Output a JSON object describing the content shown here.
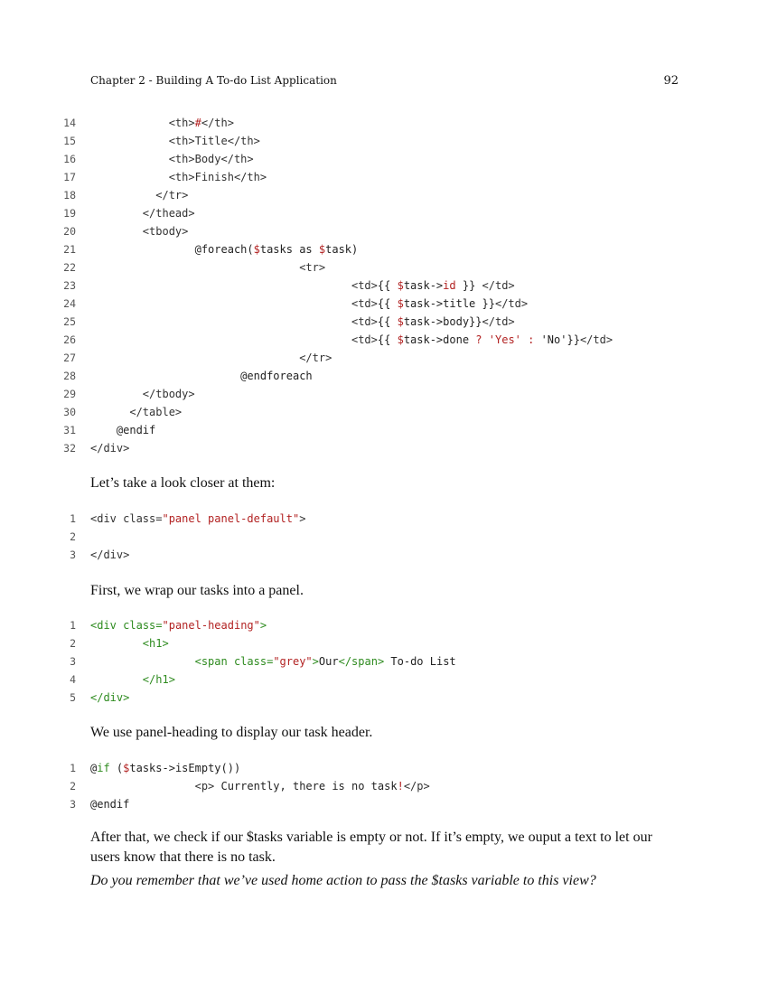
{
  "header": {
    "chapter_title": "Chapter 2 - Building A To-do List Application",
    "page_number": "92"
  },
  "code_blocks": [
    {
      "lines": [
        {
          "n": "14",
          "parts": [
            {
              "t": "            "
            },
            {
              "t": "<th>",
              "c": "tag"
            },
            {
              "t": "#",
              "c": "red"
            },
            {
              "t": "</th>",
              "c": "tag"
            }
          ]
        },
        {
          "n": "15",
          "parts": [
            {
              "t": "            "
            },
            {
              "t": "<th>Title</th>",
              "c": "tag"
            }
          ]
        },
        {
          "n": "16",
          "parts": [
            {
              "t": "            "
            },
            {
              "t": "<th>Body</th>",
              "c": "tag"
            }
          ]
        },
        {
          "n": "17",
          "parts": [
            {
              "t": "            "
            },
            {
              "t": "<th>Finish</th>",
              "c": "tag"
            }
          ]
        },
        {
          "n": "18",
          "parts": [
            {
              "t": "          "
            },
            {
              "t": "</tr>",
              "c": "tag"
            }
          ]
        },
        {
          "n": "19",
          "parts": [
            {
              "t": "        "
            },
            {
              "t": "</thead>",
              "c": "tag"
            }
          ]
        },
        {
          "n": "20",
          "parts": [
            {
              "t": "        "
            },
            {
              "t": "<tbody>",
              "c": "tag"
            }
          ]
        },
        {
          "n": "21",
          "parts": [
            {
              "t": "                @foreach("
            },
            {
              "t": "$",
              "c": "red"
            },
            {
              "t": "tasks as "
            },
            {
              "t": "$",
              "c": "red"
            },
            {
              "t": "task)"
            }
          ]
        },
        {
          "n": "22",
          "parts": [
            {
              "t": "                                "
            },
            {
              "t": "<tr>",
              "c": "tag"
            }
          ]
        },
        {
          "n": "23",
          "parts": [
            {
              "t": "                                        "
            },
            {
              "t": "<td>",
              "c": "tag"
            },
            {
              "t": "{{ "
            },
            {
              "t": "$",
              "c": "red"
            },
            {
              "t": "task->"
            },
            {
              "t": "id",
              "c": "red"
            },
            {
              "t": " }} "
            },
            {
              "t": "</td>",
              "c": "tag"
            }
          ]
        },
        {
          "n": "24",
          "parts": [
            {
              "t": "                                        "
            },
            {
              "t": "<td>",
              "c": "tag"
            },
            {
              "t": "{{ "
            },
            {
              "t": "$",
              "c": "red"
            },
            {
              "t": "task->title }}"
            },
            {
              "t": "</td>",
              "c": "tag"
            }
          ]
        },
        {
          "n": "25",
          "parts": [
            {
              "t": "                                        "
            },
            {
              "t": "<td>",
              "c": "tag"
            },
            {
              "t": "{{ "
            },
            {
              "t": "$",
              "c": "red"
            },
            {
              "t": "task->body}}"
            },
            {
              "t": "</td>",
              "c": "tag"
            }
          ]
        },
        {
          "n": "26",
          "parts": [
            {
              "t": "                                        "
            },
            {
              "t": "<td>",
              "c": "tag"
            },
            {
              "t": "{{ "
            },
            {
              "t": "$",
              "c": "red"
            },
            {
              "t": "task->done "
            },
            {
              "t": "?",
              "c": "red"
            },
            {
              "t": " "
            },
            {
              "t": "'Yes'",
              "c": "red"
            },
            {
              "t": " "
            },
            {
              "t": ":",
              "c": "red"
            },
            {
              "t": " 'No'}}"
            },
            {
              "t": "</td>",
              "c": "tag"
            }
          ]
        },
        {
          "n": "27",
          "parts": [
            {
              "t": "                                "
            },
            {
              "t": "</tr>",
              "c": "tag"
            }
          ]
        },
        {
          "n": "28",
          "parts": [
            {
              "t": "                       @endforeach"
            }
          ]
        },
        {
          "n": "29",
          "parts": [
            {
              "t": "        "
            },
            {
              "t": "</tbody>",
              "c": "tag"
            }
          ]
        },
        {
          "n": "30",
          "parts": [
            {
              "t": "      "
            },
            {
              "t": "</table>",
              "c": "tag"
            }
          ]
        },
        {
          "n": "31",
          "parts": [
            {
              "t": "    @endif"
            }
          ]
        },
        {
          "n": "32",
          "parts": [
            {
              "t": "</div>",
              "c": "tag"
            }
          ]
        }
      ]
    },
    {
      "lines": [
        {
          "n": "1",
          "parts": [
            {
              "t": "<div class=",
              "c": "tag"
            },
            {
              "t": "\"panel panel-default\"",
              "c": "red"
            },
            {
              "t": ">",
              "c": "tag"
            }
          ]
        },
        {
          "n": "2",
          "parts": []
        },
        {
          "n": "3",
          "parts": [
            {
              "t": "</div>",
              "c": "tag"
            }
          ]
        }
      ]
    },
    {
      "lines": [
        {
          "n": "1",
          "parts": [
            {
              "t": "<div",
              "c": "green"
            },
            {
              "t": " "
            },
            {
              "t": "class=",
              "c": "green"
            },
            {
              "t": "\"panel-heading\"",
              "c": "red"
            },
            {
              "t": ">",
              "c": "green"
            }
          ]
        },
        {
          "n": "2",
          "parts": [
            {
              "t": "        "
            },
            {
              "t": "<h1>",
              "c": "green"
            }
          ]
        },
        {
          "n": "3",
          "parts": [
            {
              "t": "                "
            },
            {
              "t": "<span",
              "c": "green"
            },
            {
              "t": " "
            },
            {
              "t": "class=",
              "c": "green"
            },
            {
              "t": "\"grey\"",
              "c": "red"
            },
            {
              "t": ">",
              "c": "green"
            },
            {
              "t": "Our"
            },
            {
              "t": "</span>",
              "c": "green"
            },
            {
              "t": " To-do List"
            }
          ]
        },
        {
          "n": "4",
          "parts": [
            {
              "t": "        "
            },
            {
              "t": "</h1>",
              "c": "green"
            }
          ]
        },
        {
          "n": "5",
          "parts": [
            {
              "t": "</div>",
              "c": "green"
            }
          ]
        }
      ]
    },
    {
      "lines": [
        {
          "n": "1",
          "parts": [
            {
              "t": "@"
            },
            {
              "t": "if",
              "c": "green"
            },
            {
              "t": " ("
            },
            {
              "t": "$",
              "c": "red"
            },
            {
              "t": "tasks->isEmpty())"
            }
          ]
        },
        {
          "n": "2",
          "parts": [
            {
              "t": "                "
            },
            {
              "t": "<p>",
              "c": "tag"
            },
            {
              "t": " Currently, there is no task"
            },
            {
              "t": "!",
              "c": "red"
            },
            {
              "t": "</p>",
              "c": "tag"
            }
          ]
        },
        {
          "n": "3",
          "parts": [
            {
              "t": "@endif"
            }
          ]
        }
      ]
    }
  ],
  "paragraphs": {
    "p1": "Let’s take a look closer at them:",
    "p2": "First, we wrap our tasks into a panel.",
    "p3": "We use panel-heading to display our task header.",
    "p4": "After that, we check if our $tasks variable is empty or not. If it’s empty, we ouput a text to let our users know that there is no task.",
    "p5": "Do you remember that we’ve used home action to pass the $tasks variable to this view?"
  }
}
